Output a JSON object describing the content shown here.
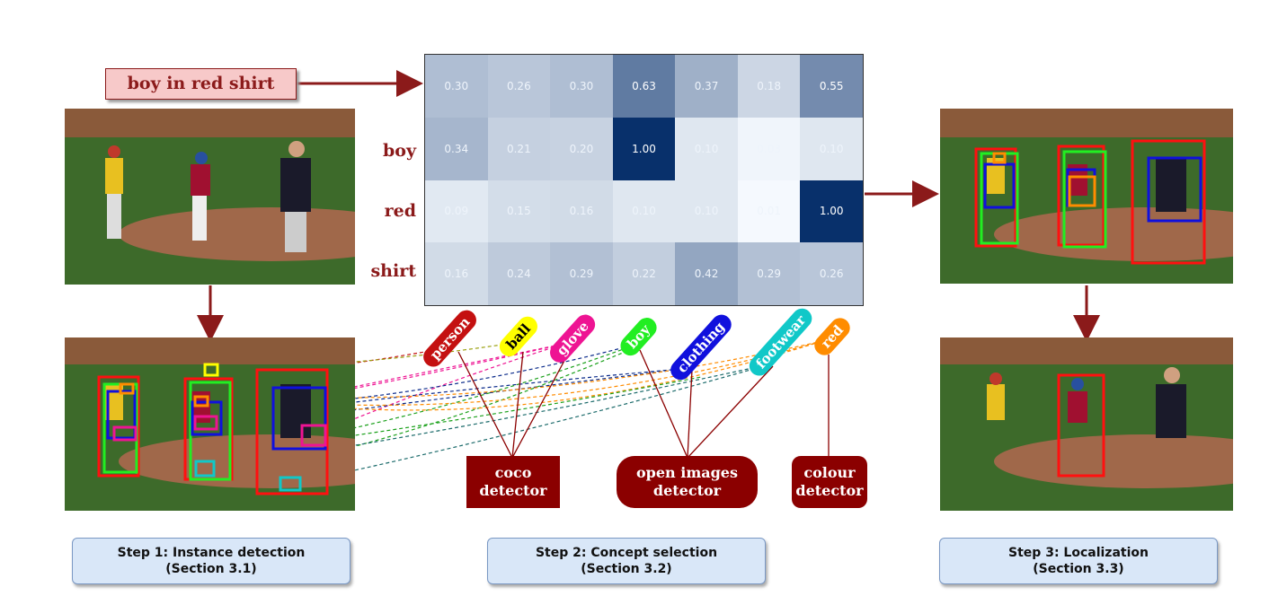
{
  "query": {
    "text": "boy in red shirt"
  },
  "matrix": {
    "row_labels": [
      "",
      "boy",
      "red",
      "shirt"
    ],
    "rows": [
      [
        "0.30",
        "0.26",
        "0.30",
        "0.63",
        "0.37",
        "0.18",
        "0.55"
      ],
      [
        "0.34",
        "0.21",
        "0.20",
        "1.00",
        "0.10",
        "0.03",
        "0.10"
      ],
      [
        "0.09",
        "0.15",
        "0.16",
        "0.10",
        "0.10",
        "0.01",
        "1.00"
      ],
      [
        "0.16",
        "0.24",
        "0.29",
        "0.22",
        "0.42",
        "0.29",
        "0.26"
      ]
    ]
  },
  "concepts": [
    {
      "label": "person",
      "color": "#c41010",
      "text_color": "#ffffff"
    },
    {
      "label": "ball",
      "color": "#ffff00",
      "text_color": "#000000"
    },
    {
      "label": "glove",
      "color": "#ee1493",
      "text_color": "#ffffff"
    },
    {
      "label": "boy",
      "color": "#22ee22",
      "text_color": "#ffffff"
    },
    {
      "label": "clothing",
      "color": "#1010dd",
      "text_color": "#ffffff"
    },
    {
      "label": "footwear",
      "color": "#10c8c8",
      "text_color": "#ffffff"
    },
    {
      "label": "red",
      "color": "#ff8c00",
      "text_color": "#ffffff"
    }
  ],
  "detectors": [
    {
      "line1": "coco",
      "line2": "detector"
    },
    {
      "line1": "open images",
      "line2": "detector"
    },
    {
      "line1": "colour",
      "line2": "detector"
    }
  ],
  "steps": [
    {
      "line1": "Step 1: Instance detection",
      "line2": "(Section 3.1)"
    },
    {
      "line1": "Step 2: Concept selection",
      "line2": "(Section 3.2)"
    },
    {
      "line1": "Step 3: Localization",
      "line2": "(Section 3.3)"
    }
  ],
  "colors": {
    "arrow": "#8b1a1a",
    "detector": "#8b0000"
  }
}
